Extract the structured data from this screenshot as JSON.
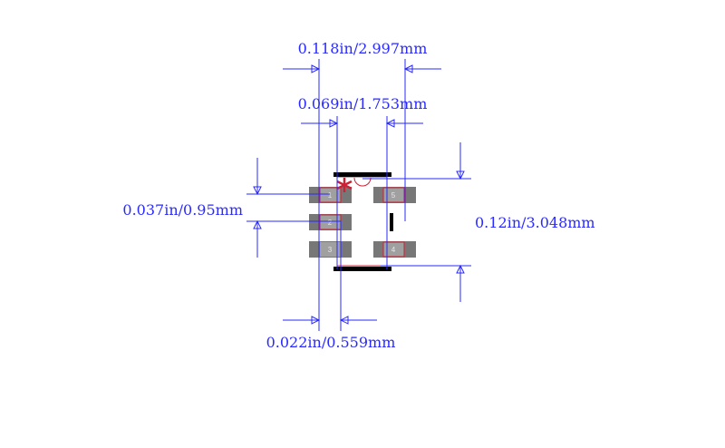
{
  "dimensions": {
    "overall_width": "0.118in/2.997mm",
    "body_width": "0.069in/1.753mm",
    "pitch": "0.037in/0.95mm",
    "overall_length": "0.12in/3.048mm",
    "pad_width": "0.022in/0.559mm"
  },
  "pins": [
    "1",
    "2",
    "3",
    "4",
    "5"
  ],
  "colors": {
    "dimension": "#2a2aff",
    "pad": "#777777",
    "pad_inner": "#a0a0a0",
    "outline": "#cc2233",
    "silkscreen": "#000000"
  }
}
